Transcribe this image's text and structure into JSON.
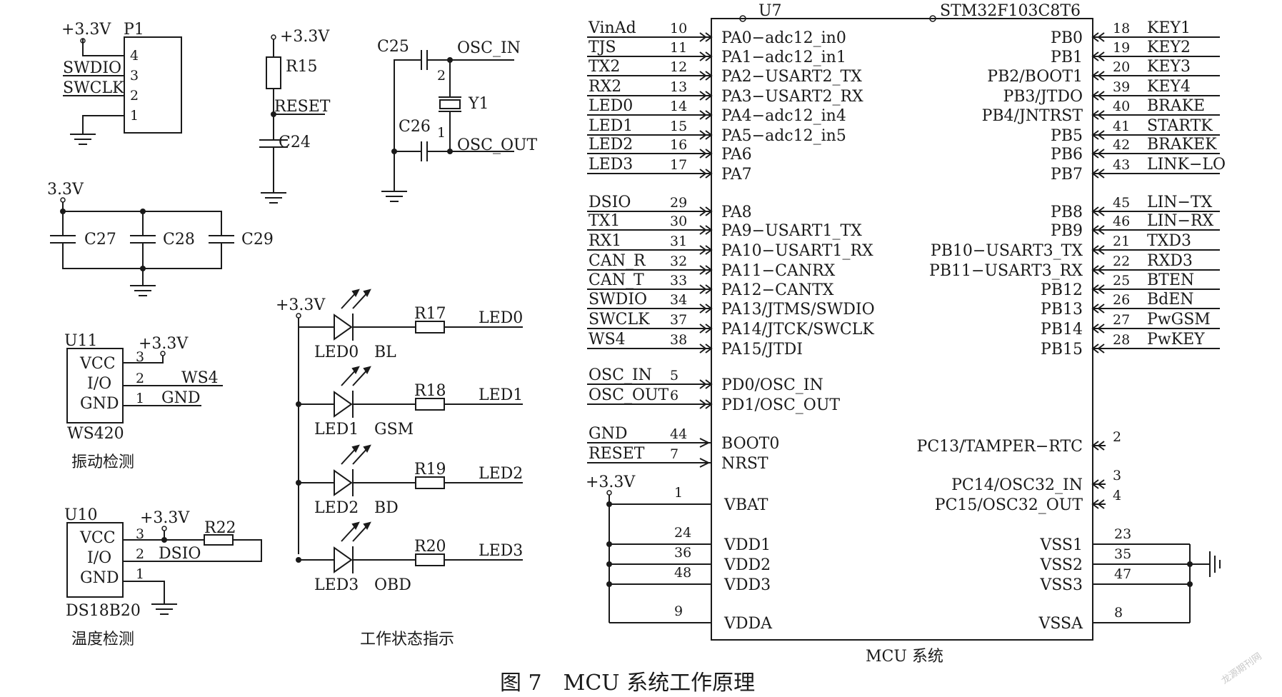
{
  "figure_caption": "图 7　MCU 系统工作原理",
  "watermark": "龙源期刊网",
  "block_captions": {
    "vibration": "振动检测",
    "temperature": "温度检测",
    "status": "工作状态指示",
    "mcu": "MCU 系统"
  },
  "power": {
    "v33": "+3.3V",
    "v33_plain": "3.3V"
  },
  "swd_header": {
    "ref": "P1",
    "pins": [
      "4",
      "3",
      "2",
      "1"
    ],
    "nets": [
      "SWDIO",
      "SWCLK"
    ]
  },
  "reset": {
    "resistor": "R15",
    "cap": "C24",
    "net": "RESET"
  },
  "osc": {
    "c25": "C25",
    "c26": "C26",
    "crystal": "Y1",
    "pin2": "2",
    "pin1": "1",
    "osc_in": "OSC_IN",
    "osc_out": "OSC_OUT"
  },
  "decoupling": {
    "caps": [
      "C27",
      "C28",
      "C29"
    ]
  },
  "u11": {
    "ref": "U11",
    "part": "WS420",
    "pins": [
      {
        "name": "VCC",
        "num": "3",
        "net": ""
      },
      {
        "name": "I/O",
        "num": "2",
        "net": "WS4"
      },
      {
        "name": "GND",
        "num": "1",
        "net": "GND"
      }
    ]
  },
  "u10": {
    "ref": "U10",
    "part": "DS18B20",
    "resistor": "R22",
    "net": "DSIO",
    "pins": [
      {
        "name": "VCC",
        "num": "3"
      },
      {
        "name": "I/O",
        "num": "2"
      },
      {
        "name": "GND",
        "num": "1"
      }
    ]
  },
  "leds": [
    {
      "ref": "LED0",
      "tag": "BL",
      "resistor": "R17",
      "net": "LED0"
    },
    {
      "ref": "LED1",
      "tag": "GSM",
      "resistor": "R18",
      "net": "LED1"
    },
    {
      "ref": "LED2",
      "tag": "BD",
      "resistor": "R19",
      "net": "LED2"
    },
    {
      "ref": "LED3",
      "tag": "OBD",
      "resistor": "R20",
      "net": "LED3"
    }
  ],
  "mcu": {
    "ref": "U7",
    "part": "STM32F103C8T6",
    "left_pins": [
      {
        "net": "VinAd",
        "num": "10",
        "name": "PA0−adc12_in0"
      },
      {
        "net": "TJS",
        "num": "11",
        "name": "PA1−adc12_in1"
      },
      {
        "net": "TX2",
        "num": "12",
        "name": "PA2−USART2_TX"
      },
      {
        "net": "RX2",
        "num": "13",
        "name": "PA3−USART2_RX"
      },
      {
        "net": "LED0",
        "num": "14",
        "name": "PA4−adc12_in4"
      },
      {
        "net": "LED1",
        "num": "15",
        "name": "PA5−adc12_in5"
      },
      {
        "net": "LED2",
        "num": "16",
        "name": "PA6"
      },
      {
        "net": "LED3",
        "num": "17",
        "name": "PA7"
      },
      {
        "net": "DSIO",
        "num": "29",
        "name": "PA8"
      },
      {
        "net": "TX1",
        "num": "30",
        "name": "PA9−USART1_TX"
      },
      {
        "net": "RX1",
        "num": "31",
        "name": "PA10−USART1_RX"
      },
      {
        "net": "CAN_R",
        "num": "32",
        "name": "PA11−CANRX"
      },
      {
        "net": "CAN_T",
        "num": "33",
        "name": "PA12−CANTX"
      },
      {
        "net": "SWDIO",
        "num": "34",
        "name": "PA13/JTMS/SWDIO"
      },
      {
        "net": "SWCLK",
        "num": "37",
        "name": "PA14/JTCK/SWCLK"
      },
      {
        "net": "WS4",
        "num": "38",
        "name": "PA15/JTDI"
      },
      {
        "net": "OSC_IN",
        "num": "5",
        "name": "PD0/OSC_IN"
      },
      {
        "net": "OSC_OUT",
        "num": "6",
        "name": "PD1/OSC_OUT"
      },
      {
        "net": "GND",
        "num": "44",
        "name": "BOOT0"
      },
      {
        "net": "RESET",
        "num": "7",
        "name": "NRST"
      }
    ],
    "right_pins": [
      {
        "name": "PB0",
        "num": "18",
        "net": "KEY1"
      },
      {
        "name": "PB1",
        "num": "19",
        "net": "KEY2"
      },
      {
        "name": "PB2/BOOT1",
        "num": "20",
        "net": "KEY3"
      },
      {
        "name": "PB3/JTDO",
        "num": "39",
        "net": "KEY4"
      },
      {
        "name": "PB4/JNTRST",
        "num": "40",
        "net": "BRAKE"
      },
      {
        "name": "PB5",
        "num": "41",
        "net": "STARTK"
      },
      {
        "name": "PB6",
        "num": "42",
        "net": "BRAKEK"
      },
      {
        "name": "PB7",
        "num": "43",
        "net": "LINK−LO"
      },
      {
        "name": "PB8",
        "num": "45",
        "net": "LIN−TX"
      },
      {
        "name": "PB9",
        "num": "46",
        "net": "LIN−RX"
      },
      {
        "name": "PB10−USART3_TX",
        "num": "21",
        "net": "TXD3"
      },
      {
        "name": "PB11−USART3_RX",
        "num": "22",
        "net": "RXD3"
      },
      {
        "name": "PB12",
        "num": "25",
        "net": "BTEN"
      },
      {
        "name": "PB13",
        "num": "26",
        "net": "BdEN"
      },
      {
        "name": "PB14",
        "num": "27",
        "net": "PwGSM"
      },
      {
        "name": "PB15",
        "num": "28",
        "net": "PwKEY"
      }
    ],
    "pc_pins": [
      {
        "name": "PC13/TAMPER−RTC",
        "num": "2"
      },
      {
        "name": "PC14/OSC32_IN",
        "num": "3"
      },
      {
        "name": "PC15/OSC32_OUT",
        "num": "4"
      }
    ],
    "power_left": [
      {
        "name": "VBAT",
        "num": "1"
      },
      {
        "name": "VDD1",
        "num": "24"
      },
      {
        "name": "VDD2",
        "num": "36"
      },
      {
        "name": "VDD3",
        "num": "48"
      },
      {
        "name": "VDDA",
        "num": "9"
      }
    ],
    "power_right": [
      {
        "name": "VSS1",
        "num": "23"
      },
      {
        "name": "VSS2",
        "num": "35"
      },
      {
        "name": "VSS3",
        "num": "47"
      },
      {
        "name": "VSSA",
        "num": "8"
      }
    ]
  }
}
